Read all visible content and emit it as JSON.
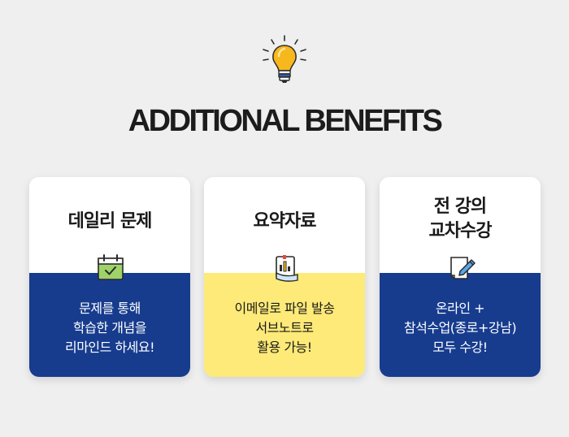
{
  "heading": "ADDITIONAL BENEFITS",
  "colors": {
    "navy": "#173c8e",
    "yellow": "#fdea78",
    "bulb": "#f7b81e"
  },
  "icons": {
    "header": "lightbulb-icon"
  },
  "cards": [
    {
      "title": [
        "데일리 문제"
      ],
      "icon": "calendar-check-icon",
      "description": [
        "문제를 통해",
        "학습한 개념을",
        "리마인드 하세요!"
      ],
      "theme": "navy"
    },
    {
      "title": [
        "요약자료"
      ],
      "icon": "document-chart-icon",
      "description": [
        "이메일로 파일 발송",
        "서브노트로",
        "활용 가능!"
      ],
      "theme": "yellow"
    },
    {
      "title": [
        "전 강의",
        "교차수강"
      ],
      "icon": "note-edit-icon",
      "description": [
        "온라인 +",
        "참석수업(종로+강남)",
        "모두 수강!"
      ],
      "theme": "navy"
    }
  ]
}
